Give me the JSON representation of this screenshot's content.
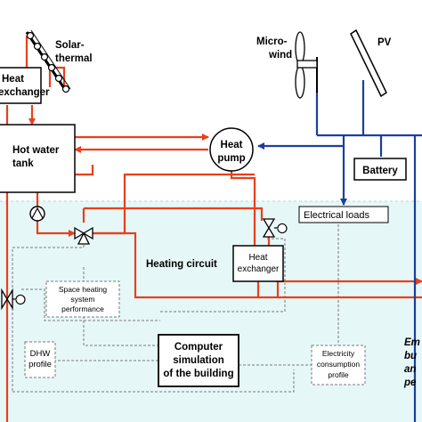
{
  "labels": {
    "solar_thermal_1": "Solar-",
    "solar_thermal_2": "thermal",
    "heat_exchanger_top_1": "Heat",
    "heat_exchanger_top_2": "exchanger",
    "hot_water_tank_1": "Hot water",
    "hot_water_tank_2": "tank",
    "heat_pump_1": "Heat",
    "heat_pump_2": "pump",
    "micro_wind_1": "Micro-",
    "micro_wind_2": "wind",
    "pv": "PV",
    "battery": "Battery",
    "electrical_loads": "Electrical loads",
    "heating_circuit": "Heating circuit",
    "heat_exchanger_mid_1": "Heat",
    "heat_exchanger_mid_2": "exchanger",
    "space_heating_1": "Space heating",
    "space_heating_2": "system",
    "space_heating_3": "performance",
    "dhw_1": "DHW",
    "dhw_2": "profile",
    "computer_sim_1": "Computer",
    "computer_sim_2": "simulation",
    "computer_sim_3": "of the building",
    "electricity_1": "Electricity",
    "electricity_2": "consumption",
    "electricity_3": "profile",
    "right_text_1": "Em",
    "right_text_2": "bu",
    "right_text_3": "an",
    "right_text_4": "pe"
  },
  "colors": {
    "pipe": "#e8401c",
    "electric": "#1b3f9c",
    "building_zone": "#e6f7f8",
    "dashed": "#7a7a7a",
    "box_border": "#000000"
  }
}
